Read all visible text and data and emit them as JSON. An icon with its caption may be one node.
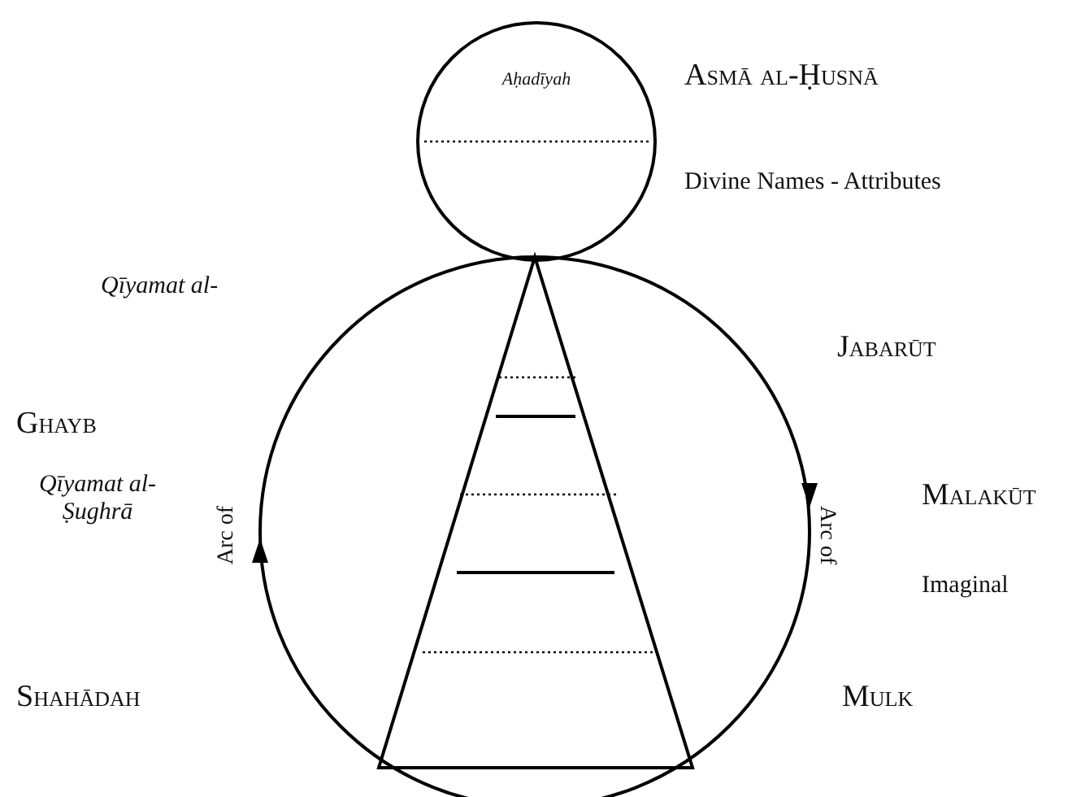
{
  "diagram": {
    "nodes": [
      {
        "text": [
          "Aḥadīyah"
        ]
      },
      {
        "text": [],
        "shape": "circle"
      }
    ],
    "labels": [
      "Asmā al-Ḥusnā",
      "Divine Names - Attributes",
      "Qīyamat al-",
      "Jabarūt",
      "Ghayb",
      "Qīyamat al- Ṣughrā",
      "Arc of",
      "Arc of",
      "Malakūt",
      "Imaginal",
      "Shahādah",
      "Mulk"
    ]
  }
}
